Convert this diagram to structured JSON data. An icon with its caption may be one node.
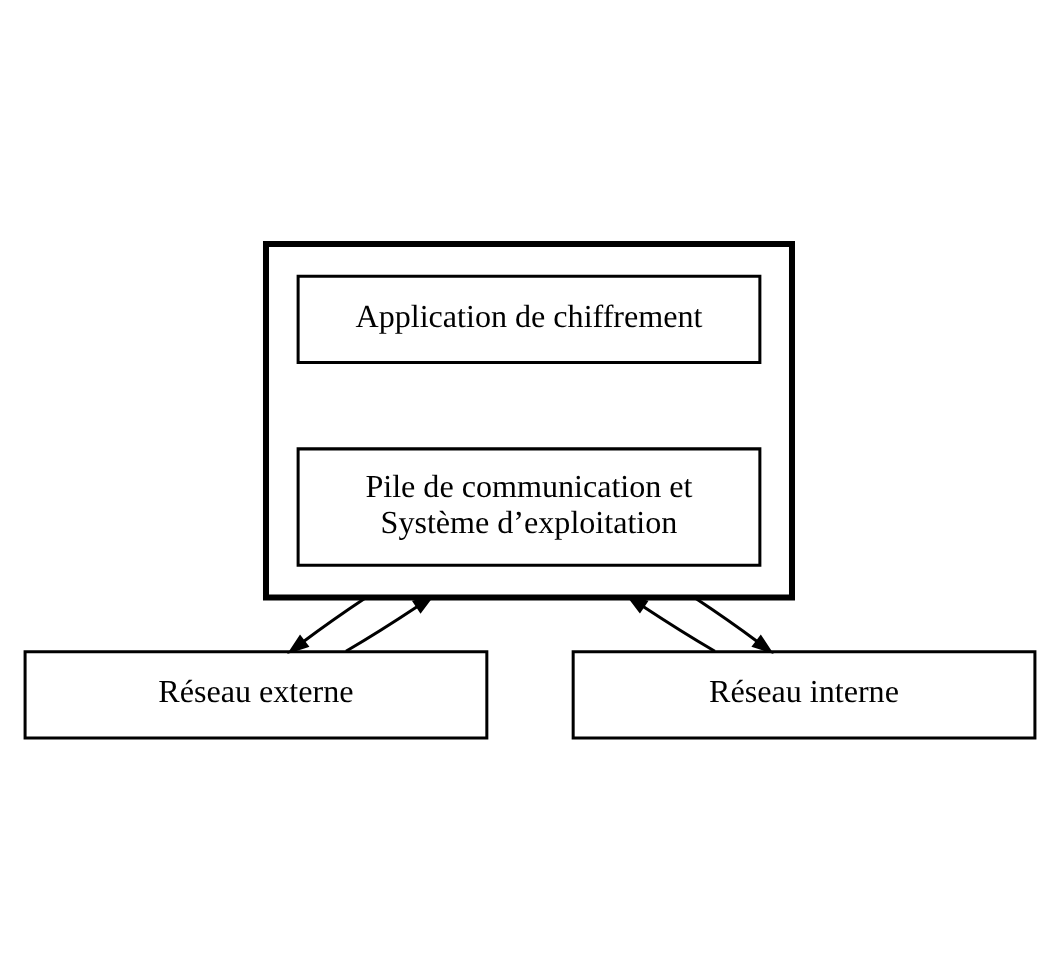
{
  "diagram": {
    "nodes": [
      {
        "text": [],
        "shape": "box"
      },
      {
        "text": [
          "Application de chiffrement"
        ],
        "in": 0
      },
      {
        "text": [
          "Pile de communication et Système d’exploitation"
        ],
        "in": 0
      },
      {
        "text": [
          "Réseau externe"
        ]
      },
      {
        "text": [
          "Réseau interne"
        ]
      }
    ],
    "edges": [
      {
        "from": 0,
        "to": 3,
        "arrow": "to"
      },
      {
        "from": 3,
        "to": 0,
        "arrow": "to"
      },
      {
        "from": 4,
        "to": 0,
        "arrow": "to"
      },
      {
        "from": 0,
        "to": 4,
        "arrow": "to"
      }
    ]
  }
}
